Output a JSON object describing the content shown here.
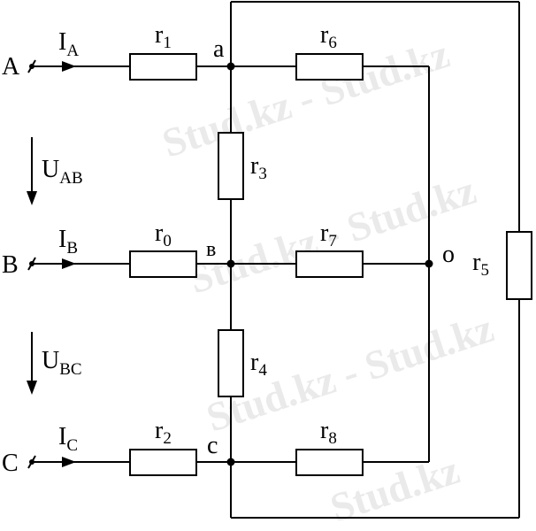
{
  "watermark": {
    "text": "Stud.kz",
    "separator": "-"
  },
  "terminals": {
    "A": "A",
    "B": "B",
    "C": "C"
  },
  "nodes": {
    "a": "a",
    "b": "в",
    "c": "c",
    "o": "o"
  },
  "currents": [
    {
      "base": "I",
      "sub": "A"
    },
    {
      "base": "I",
      "sub": "B"
    },
    {
      "base": "I",
      "sub": "C"
    }
  ],
  "voltages": [
    {
      "base": "U",
      "sub": "AB"
    },
    {
      "base": "U",
      "sub": "BC"
    }
  ],
  "resistors": {
    "r1": {
      "base": "r",
      "sub": "1"
    },
    "r0": {
      "base": "r",
      "sub": "0"
    },
    "r2": {
      "base": "r",
      "sub": "2"
    },
    "r6": {
      "base": "r",
      "sub": "6"
    },
    "r7": {
      "base": "r",
      "sub": "7"
    },
    "r8": {
      "base": "r",
      "sub": "8"
    },
    "r3": {
      "base": "r",
      "sub": "3"
    },
    "r4": {
      "base": "r",
      "sub": "4"
    },
    "r5": {
      "base": "r",
      "sub": "5"
    }
  }
}
